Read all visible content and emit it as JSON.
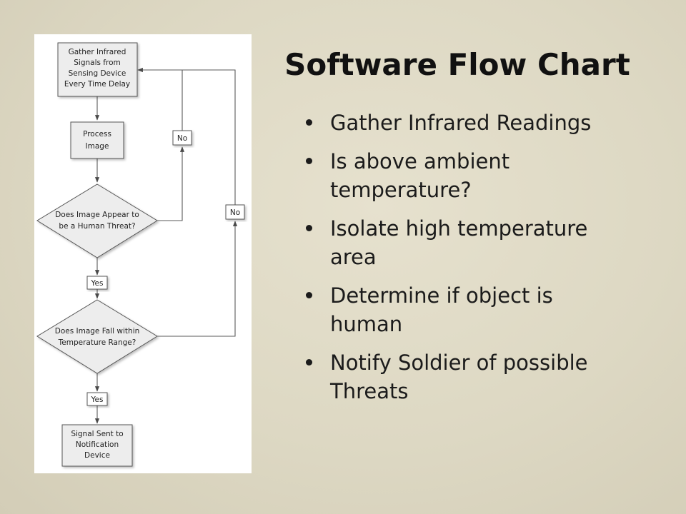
{
  "slide": {
    "title": "Software Flow Chart",
    "bullets": [
      "Gather Infrared Readings",
      "Is above ambient temperature?",
      "Isolate high temperature area",
      "Determine if object is human",
      "Notify Soldier of possible Threats"
    ]
  },
  "flowchart": {
    "gather": [
      "Gather Infrared",
      "Signals from",
      "Sensing Device",
      "Every Time Delay"
    ],
    "process": [
      "Process",
      "Image"
    ],
    "decision1": [
      "Does Image Appear to",
      "be a Human Threat?"
    ],
    "decision2": [
      "Does Image Fall within",
      "Temperature Range?"
    ],
    "signal": [
      "Signal Sent to",
      "Notification",
      "Device"
    ],
    "no_label_1": "No",
    "no_label_2": "No",
    "yes_label_1": "Yes",
    "yes_label_2": "Yes"
  },
  "colors": {
    "background": "#ddd8c4",
    "box_fill": "#ededed",
    "line": "#5a5a5a"
  }
}
